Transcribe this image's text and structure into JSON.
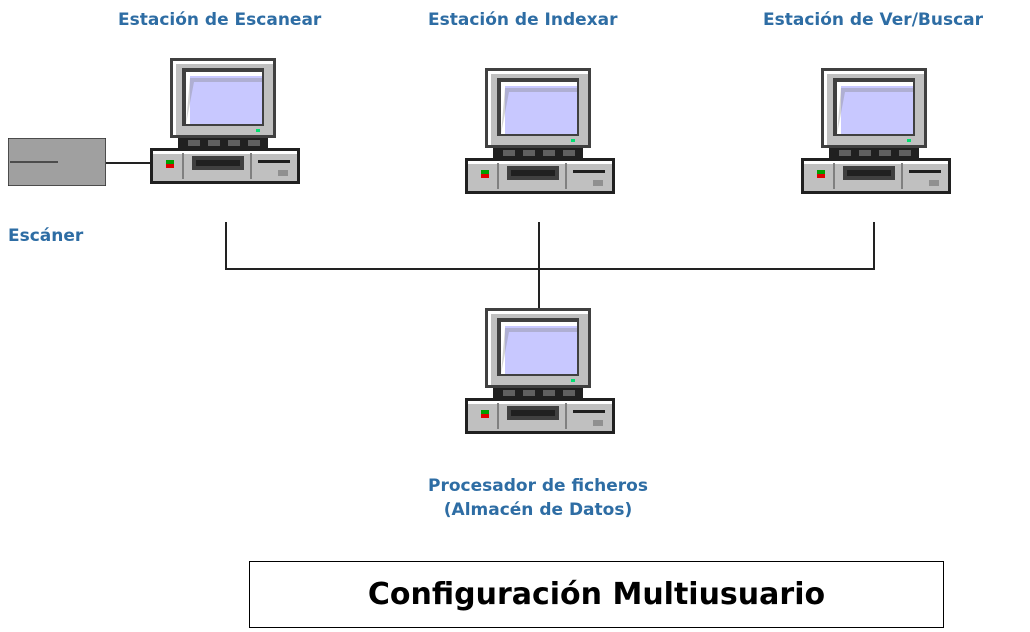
{
  "stations": {
    "scan": {
      "label": "Estación de Escanear",
      "icon": "desktop-computer-icon"
    },
    "index": {
      "label": "Estación de Indexar",
      "icon": "desktop-computer-icon"
    },
    "view": {
      "label": "Estación de Ver/Buscar",
      "icon": "desktop-computer-icon"
    }
  },
  "scanner": {
    "label": "Escáner",
    "icon": "scanner-icon"
  },
  "server": {
    "line1": "Procesador de ficheros",
    "line2": "(Almacén de Datos)",
    "icon": "desktop-computer-icon"
  },
  "title": "Configuración Multiusuario",
  "colors": {
    "label": "#2e6da4",
    "screen": "#c8c8ff",
    "case": "#c0c0c0",
    "case_dark": "#404040",
    "scanner_body": "#a0a0a0"
  }
}
